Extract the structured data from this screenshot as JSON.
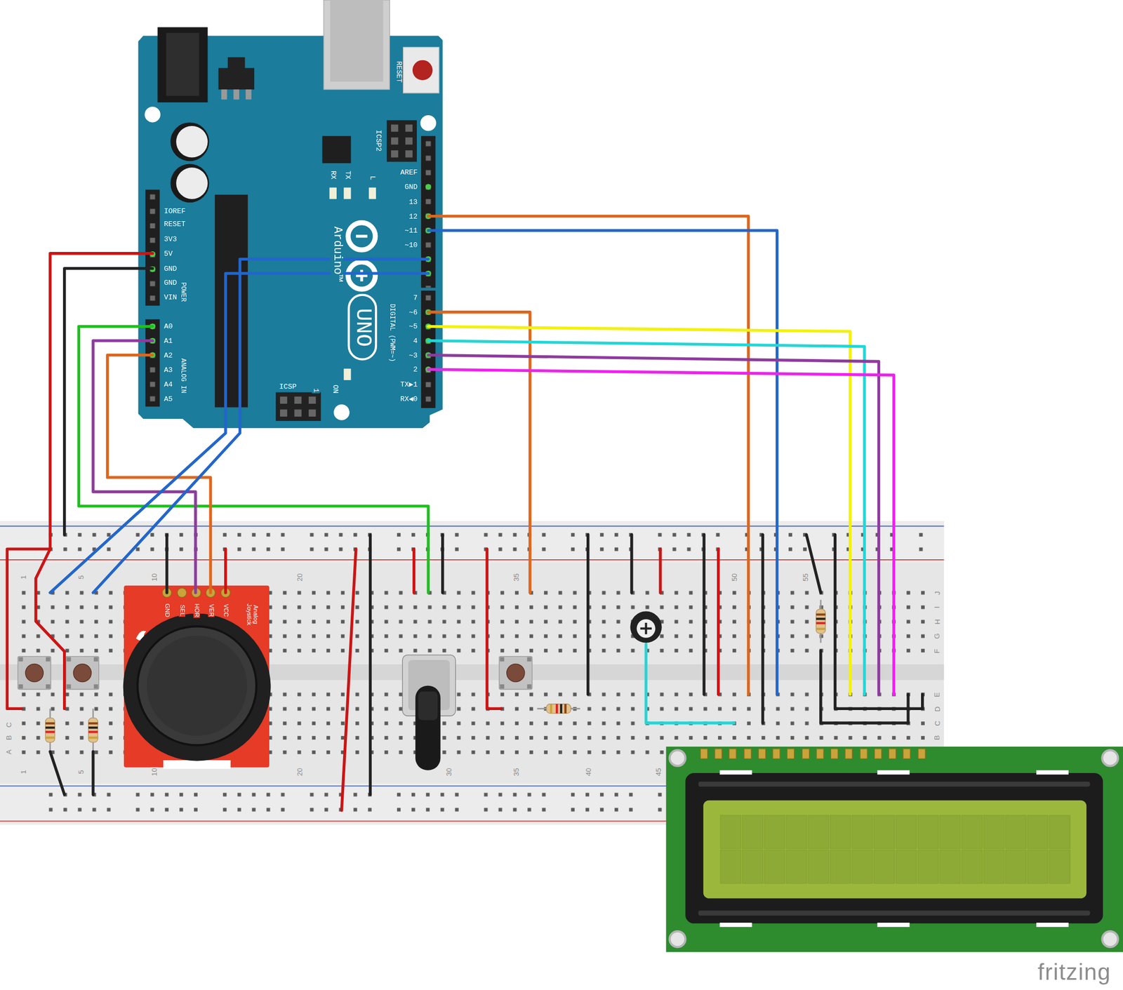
{
  "diagram": {
    "labels": [
      "RESET",
      "ICSP2",
      "AREF",
      "GND",
      "13",
      "12",
      "~11",
      "~10",
      "7",
      "~6",
      "~5",
      "4",
      "~3",
      "2",
      "TX▶1",
      "RX◀0",
      "DIGITAL (PWM=~)",
      "TX",
      "RX",
      "L",
      "IOREF",
      "RESET",
      "3V3",
      "5V",
      "GND",
      "GND",
      "VIN",
      "POWER",
      "A0",
      "A1",
      "A2",
      "A3",
      "A4",
      "A5",
      "ANALOG IN",
      "ICSP",
      "1",
      "ON",
      "UNO",
      "Arduino™",
      "GND",
      "SEL",
      "HOR",
      "VER",
      "VCC",
      "Analog Joystick",
      "1",
      "5",
      "10",
      "20",
      "35",
      "50",
      "55",
      "1",
      "5",
      "10",
      "20",
      "30",
      "35",
      "40",
      "45",
      "A",
      "B",
      "C",
      "J",
      "I",
      "H",
      "G",
      "F",
      "E",
      "D",
      "C",
      "B",
      "fritzing"
    ]
  }
}
